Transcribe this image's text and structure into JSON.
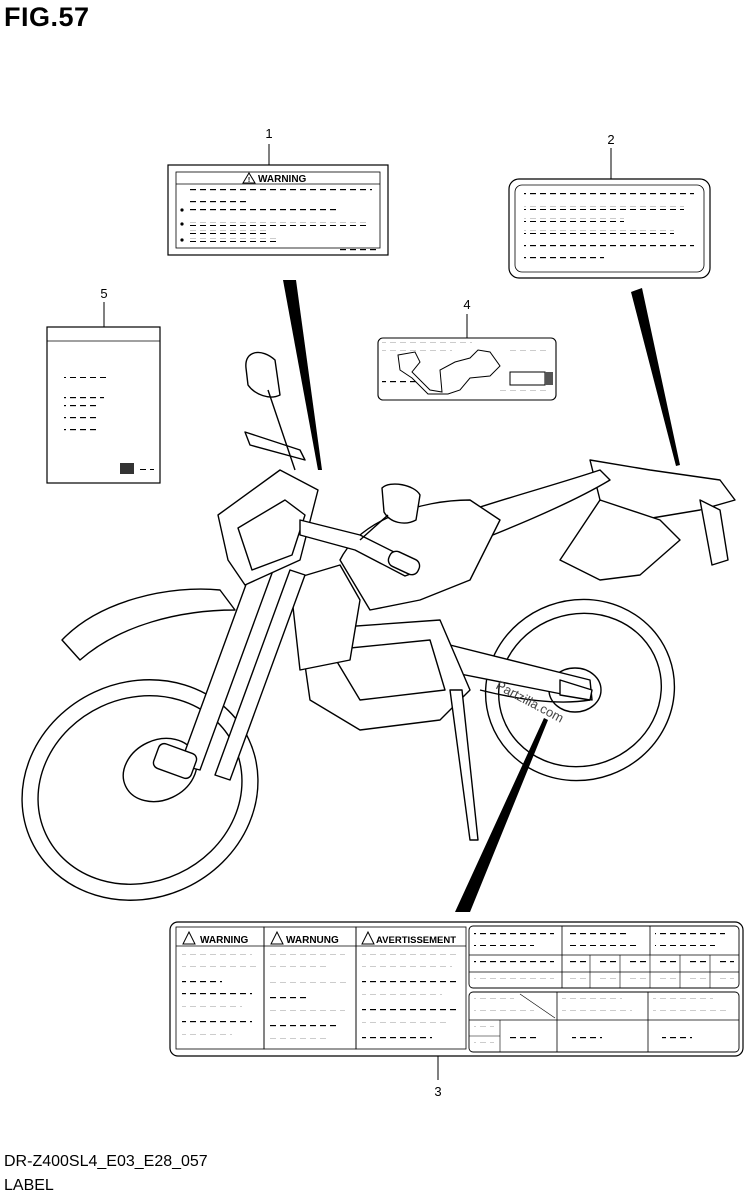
{
  "figure": {
    "title": "FIG.57",
    "model_code": "DR-Z400SL4_E03_E28_057",
    "section": "LABEL",
    "watermark_text": "Partzilla.com"
  },
  "callouts": [
    "1",
    "2",
    "3",
    "4",
    "5"
  ],
  "labels": {
    "label1_heading": "WARNING",
    "label3_headings": [
      "WARNING",
      "WARNUNG",
      "AVERTISSEMENT"
    ]
  }
}
